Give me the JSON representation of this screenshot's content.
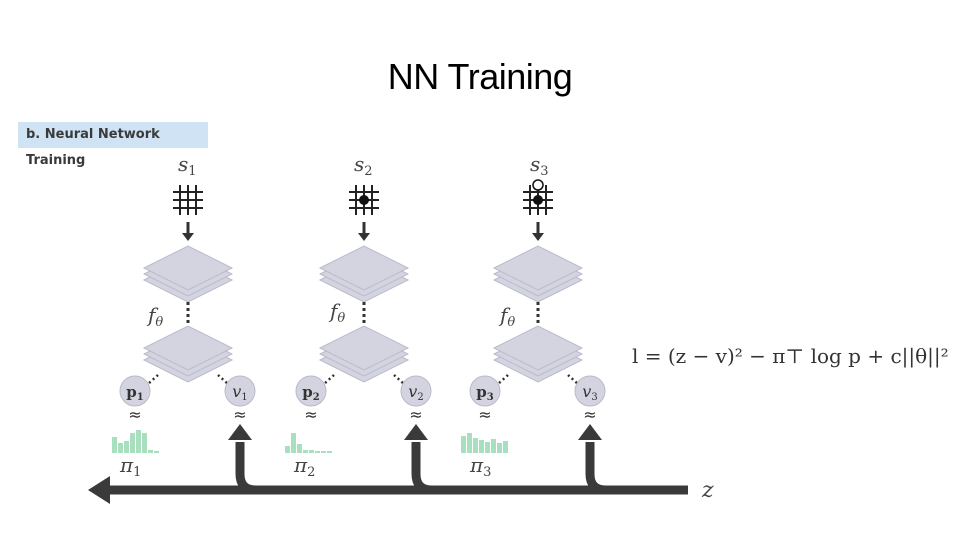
{
  "title": "NN Training",
  "panel_label": "b. Neural Network Training",
  "network_label": "f",
  "network_sub": "θ",
  "columns": [
    {
      "state": "s",
      "state_sub": "1",
      "policy_node": "p",
      "policy_sub": "1",
      "value_node": "v",
      "value_sub": "1",
      "target_pi": "π",
      "target_pi_sub": "1"
    },
    {
      "state": "s",
      "state_sub": "2",
      "policy_node": "p",
      "policy_sub": "2",
      "value_node": "v",
      "value_sub": "2",
      "target_pi": "π",
      "target_pi_sub": "2"
    },
    {
      "state": "s",
      "state_sub": "3",
      "policy_node": "p",
      "policy_sub": "3",
      "value_node": "v",
      "value_sub": "3",
      "target_pi": "π",
      "target_pi_sub": "3"
    }
  ],
  "approx_symbol": "≈",
  "outcome_label": "z",
  "loss_formula": "l = (z − v)² − π⊤ log p + c||θ||²",
  "colors": {
    "layer_fill": "#d3d4e0",
    "layer_stroke": "#b9bacb",
    "histogram": "#a8e0bf",
    "arrow": "#3a3a3a",
    "label_bg": "#cfe3f4"
  }
}
